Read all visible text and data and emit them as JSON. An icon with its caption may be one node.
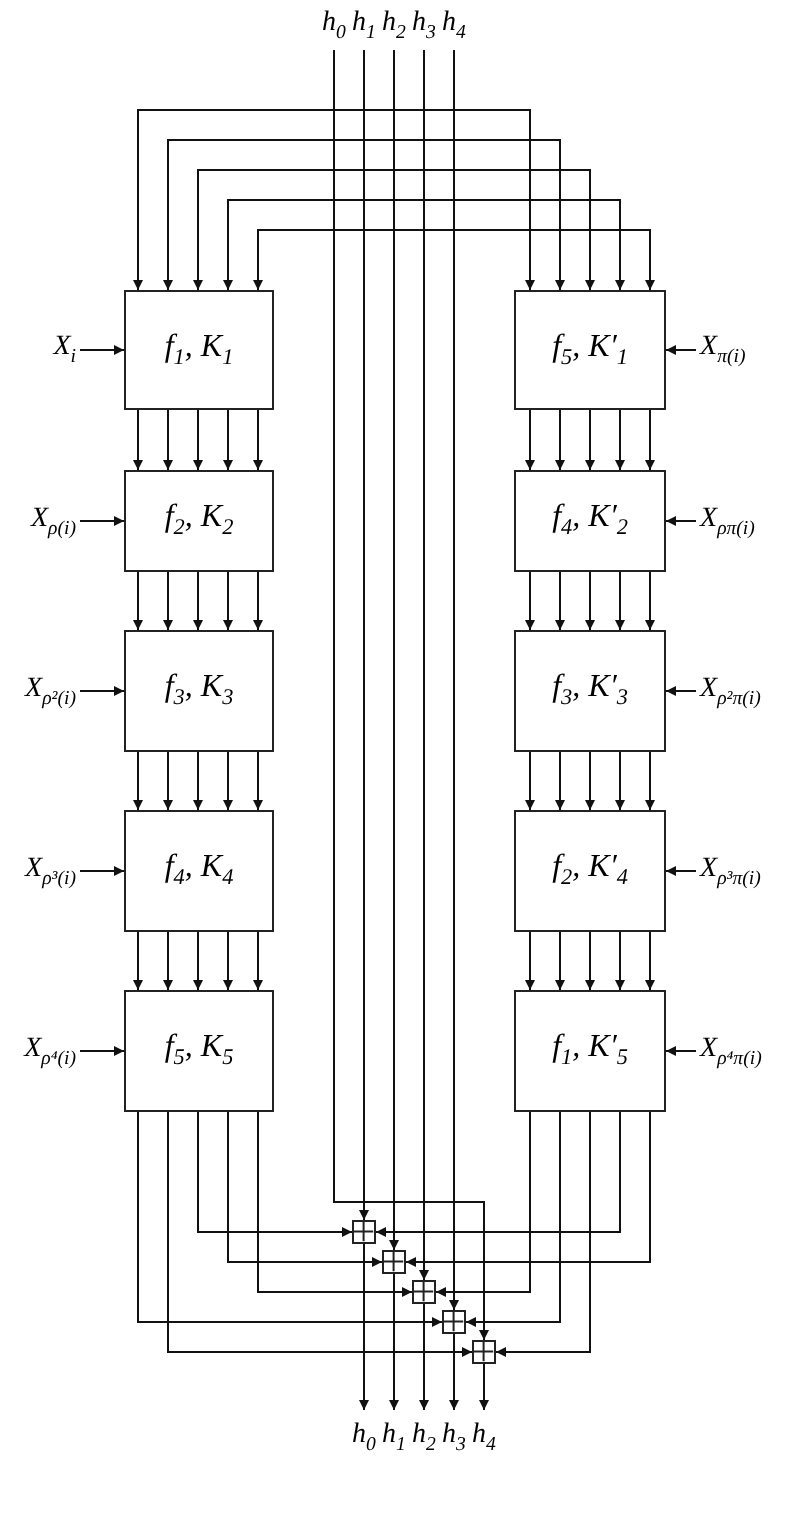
{
  "diagram": {
    "nodes": [
      {
        "text": [
          "h$_{0}$"
        ]
      },
      {
        "text": [
          "h$_{1}$"
        ]
      },
      {
        "text": [
          "h$_{2}$"
        ]
      },
      {
        "text": [
          "h$_{3}$"
        ]
      },
      {
        "text": [
          "h$_{4}$"
        ]
      },
      {
        "text": [
          "X$_{i}$"
        ]
      },
      {
        "text": [
          "f$_{1}$, K$_{1}$"
        ]
      },
      {
        "text": [
          "f$_{5}$, K′$_{1}$"
        ]
      },
      {
        "text": [
          "X$_{π(i)}$"
        ]
      },
      {
        "text": [
          "X$_{ρ(i)}$"
        ]
      },
      {
        "text": [
          "f$_{2}$, K$_{2}$"
        ]
      },
      {
        "text": [
          "f$_{4}$, K′$_{2}$"
        ]
      },
      {
        "text": [
          "X$_{ρπ(i)}$"
        ]
      },
      {
        "text": [
          "X$_{ρ²(i)}$"
        ]
      },
      {
        "text": [
          "f$_{3}$, K$_{3}$"
        ]
      },
      {
        "text": [
          "f$_{3}$, K′$_{3}$"
        ]
      },
      {
        "text": [
          "X$_{ρ²π(i)}$"
        ]
      },
      {
        "text": [
          "X$_{ρ³(i)}$"
        ]
      },
      {
        "text": [
          "f$_{4}$, K$_{4}$"
        ]
      },
      {
        "text": [
          "f$_{2}$, K′$_{4}$"
        ]
      },
      {
        "text": [
          "X$_{ρ³π(i)}$"
        ]
      },
      {
        "text": [
          "X$_{ρ⁴(i)}$"
        ]
      },
      {
        "text": [
          "f$_{5}$, K$_{5}$"
        ]
      },
      {
        "text": [
          "f$_{1}$, K′$_{5}$"
        ]
      },
      {
        "text": [
          "X$_{ρ⁴π(i)}$"
        ]
      },
      {
        "text": [],
        "shape": "box"
      },
      {
        "text": [],
        "shape": "box"
      },
      {
        "text": [],
        "shape": "box"
      },
      {
        "text": [],
        "shape": "box"
      },
      {
        "text": [],
        "shape": "box"
      },
      {
        "text": [
          "h$_{0}$"
        ]
      },
      {
        "text": [
          "h$_{1}$"
        ]
      },
      {
        "text": [
          "h$_{2}$"
        ]
      },
      {
        "text": [
          "h$_{3}$"
        ]
      },
      {
        "text": [
          "h$_{4}$"
        ]
      }
    ],
    "edges": [
      {
        "from": 5,
        "to": 6,
        "arrow": "to"
      },
      {
        "from": 8,
        "to": 7,
        "arrow": "to"
      },
      {
        "from": 9,
        "to": 10,
        "arrow": "to"
      },
      {
        "from": 12,
        "to": 11,
        "arrow": "to"
      },
      {
        "from": 13,
        "to": 14,
        "arrow": "to"
      },
      {
        "from": 16,
        "to": 15,
        "arrow": "to"
      },
      {
        "from": 17,
        "to": 18,
        "arrow": "to"
      },
      {
        "from": 20,
        "to": 19,
        "arrow": "to"
      },
      {
        "from": 21,
        "to": 22,
        "arrow": "to"
      },
      {
        "from": 24,
        "to": 23,
        "arrow": "to"
      },
      {
        "from": 0,
        "to": 6,
        "arrow": "to"
      },
      {
        "from": 0,
        "to": 7,
        "arrow": "to"
      },
      {
        "from": 1,
        "to": 6,
        "arrow": "to"
      },
      {
        "from": 1,
        "to": 7,
        "arrow": "to"
      },
      {
        "from": 2,
        "to": 6,
        "arrow": "to"
      },
      {
        "from": 2,
        "to": 7,
        "arrow": "to"
      },
      {
        "from": 3,
        "to": 6,
        "arrow": "to"
      },
      {
        "from": 3,
        "to": 7,
        "arrow": "to"
      },
      {
        "from": 4,
        "to": 6,
        "arrow": "to"
      },
      {
        "from": 4,
        "to": 7,
        "arrow": "to"
      },
      {
        "from": 0,
        "to": 29,
        "arrow": "to"
      },
      {
        "from": 1,
        "to": 25,
        "arrow": "to"
      },
      {
        "from": 2,
        "to": 26,
        "arrow": "to"
      },
      {
        "from": 3,
        "to": 27,
        "arrow": "to"
      },
      {
        "from": 4,
        "to": 28,
        "arrow": "to"
      },
      {
        "from": 6,
        "to": 10,
        "arrow": "to"
      },
      {
        "from": 6,
        "to": 10,
        "arrow": "to"
      },
      {
        "from": 6,
        "to": 10,
        "arrow": "to"
      },
      {
        "from": 6,
        "to": 10,
        "arrow": "to"
      },
      {
        "from": 6,
        "to": 10,
        "arrow": "to"
      },
      {
        "from": 7,
        "to": 11,
        "arrow": "to"
      },
      {
        "from": 7,
        "to": 11,
        "arrow": "to"
      },
      {
        "from": 7,
        "to": 11,
        "arrow": "to"
      },
      {
        "from": 7,
        "to": 11,
        "arrow": "to"
      },
      {
        "from": 7,
        "to": 11,
        "arrow": "to"
      },
      {
        "from": 10,
        "to": 14,
        "arrow": "to"
      },
      {
        "from": 10,
        "to": 14,
        "arrow": "to"
      },
      {
        "from": 10,
        "to": 14,
        "arrow": "to"
      },
      {
        "from": 10,
        "to": 14,
        "arrow": "to"
      },
      {
        "from": 10,
        "to": 14,
        "arrow": "to"
      },
      {
        "from": 11,
        "to": 15,
        "arrow": "to"
      },
      {
        "from": 11,
        "to": 15,
        "arrow": "to"
      },
      {
        "from": 11,
        "to": 15,
        "arrow": "to"
      },
      {
        "from": 11,
        "to": 15,
        "arrow": "to"
      },
      {
        "from": 11,
        "to": 15,
        "arrow": "to"
      },
      {
        "from": 14,
        "to": 18,
        "arrow": "to"
      },
      {
        "from": 14,
        "to": 18,
        "arrow": "to"
      },
      {
        "from": 14,
        "to": 18,
        "arrow": "to"
      },
      {
        "from": 14,
        "to": 18,
        "arrow": "to"
      },
      {
        "from": 14,
        "to": 18,
        "arrow": "to"
      },
      {
        "from": 15,
        "to": 19,
        "arrow": "to"
      },
      {
        "from": 15,
        "to": 19,
        "arrow": "to"
      },
      {
        "from": 15,
        "to": 19,
        "arrow": "to"
      },
      {
        "from": 15,
        "to": 19,
        "arrow": "to"
      },
      {
        "from": 15,
        "to": 19,
        "arrow": "to"
      },
      {
        "from": 18,
        "to": 22,
        "arrow": "to"
      },
      {
        "from": 18,
        "to": 22,
        "arrow": "to"
      },
      {
        "from": 18,
        "to": 22,
        "arrow": "to"
      },
      {
        "from": 18,
        "to": 22,
        "arrow": "to"
      },
      {
        "from": 18,
        "to": 22,
        "arrow": "to"
      },
      {
        "from": 19,
        "to": 23,
        "arrow": "to"
      },
      {
        "from": 19,
        "to": 23,
        "arrow": "to"
      },
      {
        "from": 19,
        "to": 23,
        "arrow": "to"
      },
      {
        "from": 19,
        "to": 23,
        "arrow": "to"
      },
      {
        "from": 19,
        "to": 23,
        "arrow": "to"
      },
      {
        "from": 22,
        "to": 25,
        "arrow": "to"
      },
      {
        "from": 23,
        "to": 25,
        "arrow": "to"
      },
      {
        "from": 22,
        "to": 26,
        "arrow": "to"
      },
      {
        "from": 23,
        "to": 26,
        "arrow": "to"
      },
      {
        "from": 22,
        "to": 27,
        "arrow": "to"
      },
      {
        "from": 23,
        "to": 27,
        "arrow": "to"
      },
      {
        "from": 22,
        "to": 28,
        "arrow": "to"
      },
      {
        "from": 23,
        "to": 28,
        "arrow": "to"
      },
      {
        "from": 22,
        "to": 29,
        "arrow": "to"
      },
      {
        "from": 23,
        "to": 29,
        "arrow": "to"
      },
      {
        "from": 25,
        "to": 30,
        "arrow": "to"
      },
      {
        "from": 26,
        "to": 31,
        "arrow": "to"
      },
      {
        "from": 27,
        "to": 32,
        "arrow": "to"
      },
      {
        "from": 28,
        "to": 33,
        "arrow": "to"
      },
      {
        "from": 29,
        "to": 34,
        "arrow": "to"
      }
    ]
  }
}
